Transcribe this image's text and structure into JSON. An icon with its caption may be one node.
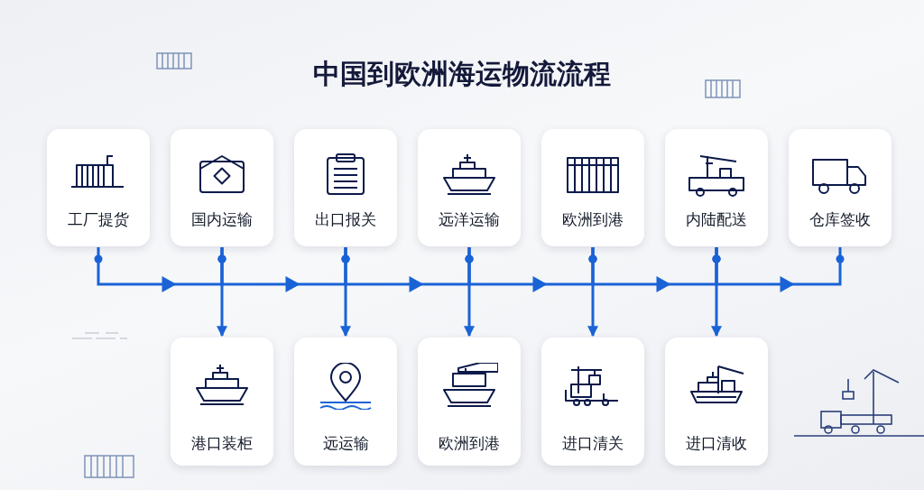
{
  "diagram": {
    "title": "中国到欧洲海运物流流程",
    "nodes": [
      {
        "text": [
          "工厂提货"
        ]
      },
      {
        "text": [
          "国内运输"
        ]
      },
      {
        "text": [
          "出口报关"
        ]
      },
      {
        "text": [
          "远洋运输"
        ]
      },
      {
        "text": [
          "欧洲到港"
        ]
      },
      {
        "text": [
          "内陆配送"
        ]
      },
      {
        "text": [
          "仓库签收"
        ]
      },
      {
        "text": [
          "港口装柜"
        ]
      },
      {
        "text": [
          "远运输"
        ]
      },
      {
        "text": [
          "欧洲到港"
        ]
      },
      {
        "text": [
          "进口清关"
        ]
      },
      {
        "text": [
          "进口清收"
        ]
      }
    ],
    "edges": [
      {
        "from": 0,
        "to": 1,
        "arrow": "to"
      },
      {
        "from": 1,
        "to": 2,
        "arrow": "to"
      },
      {
        "from": 2,
        "to": 3,
        "arrow": "to"
      },
      {
        "from": 3,
        "to": 4,
        "arrow": "to"
      },
      {
        "from": 4,
        "to": 5,
        "arrow": "to"
      },
      {
        "from": 5,
        "to": 6,
        "arrow": "to"
      },
      {
        "from": 1,
        "to": 7,
        "arrow": "to"
      },
      {
        "from": 2,
        "to": 8,
        "arrow": "to"
      },
      {
        "from": 3,
        "to": 9,
        "arrow": "to"
      },
      {
        "from": 4,
        "to": 10,
        "arrow": "to"
      },
      {
        "from": 5,
        "to": 11,
        "arrow": "to"
      }
    ]
  }
}
